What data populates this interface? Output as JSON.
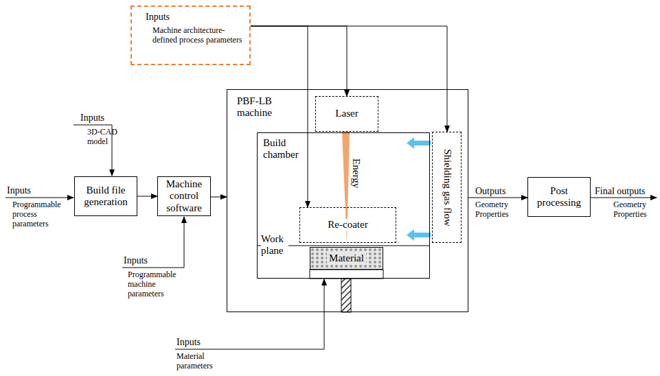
{
  "diagram": {
    "nodes": [
      {
        "text": [
          "Inputs",
          "Machine architecture-defined process parameters"
        ]
      },
      {
        "text": [
          "Build file generation"
        ]
      },
      {
        "text": [
          "Machine control software"
        ]
      },
      {
        "text": [
          "PBF-LB machine"
        ]
      },
      {
        "text": [
          "Laser"
        ],
        "in": 3
      },
      {
        "text": [
          "Build chamber"
        ],
        "in": 3
      },
      {
        "text": [
          "Re-coater"
        ],
        "in": 5
      },
      {
        "text": [
          "Material"
        ],
        "in": 5
      },
      {
        "text": [
          "Shielding gas flow"
        ],
        "in": 3
      },
      {
        "text": [
          "Post processing"
        ]
      }
    ],
    "edges": [
      {
        "from": 1,
        "to": 2,
        "arrow": "to"
      },
      {
        "from": 2,
        "to": 3,
        "arrow": "to"
      },
      {
        "from": 3,
        "to": 9,
        "arrow": "to"
      },
      {
        "from": 0,
        "to": 4,
        "arrow": "to"
      },
      {
        "from": 0,
        "to": 6,
        "arrow": "to"
      },
      {
        "from": 0,
        "to": 8,
        "arrow": "to"
      }
    ],
    "labels": [
      "Inputs",
      "3D-CAD model",
      "Inputs",
      "Programmable process parameters",
      "Inputs",
      "Programmable machine parameters",
      "Inputs",
      "Material parameters",
      "Work plane",
      "Energy",
      "Outputs",
      "Geometry Properties",
      "Final outputs",
      "Geometry Properties"
    ]
  }
}
